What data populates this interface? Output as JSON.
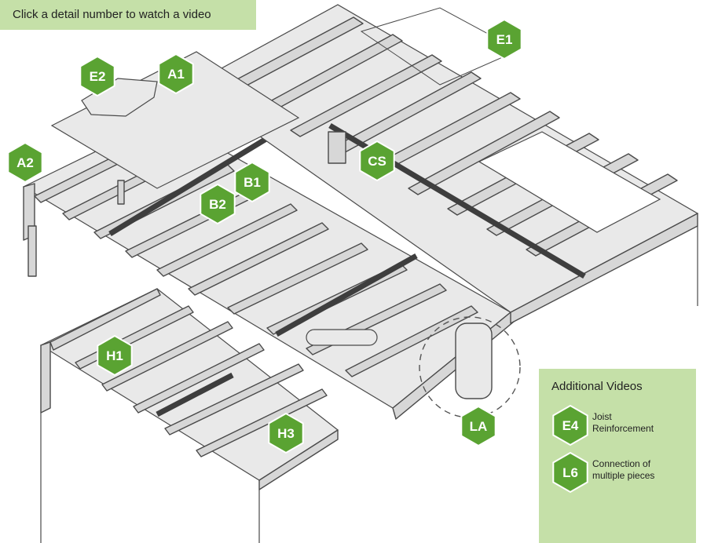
{
  "banner": {
    "text": "Click a detail number to watch a video"
  },
  "badges": [
    {
      "id": "E1",
      "label": "E1"
    },
    {
      "id": "E2",
      "label": "E2"
    },
    {
      "id": "A1",
      "label": "A1"
    },
    {
      "id": "A2",
      "label": "A2"
    },
    {
      "id": "CS",
      "label": "CS"
    },
    {
      "id": "B1",
      "label": "B1"
    },
    {
      "id": "B2",
      "label": "B2"
    },
    {
      "id": "H1",
      "label": "H1"
    },
    {
      "id": "H3",
      "label": "H3"
    },
    {
      "id": "LA",
      "label": "LA"
    }
  ],
  "additional": {
    "title": "Additional Videos",
    "items": [
      {
        "badge": "E4",
        "text_line1": "Joist",
        "text_line2": "Reinforcement"
      },
      {
        "badge": "L6",
        "text_line1": "Connection of",
        "text_line2": "multiple pieces"
      }
    ]
  },
  "colors": {
    "badge_green": "#5aa332",
    "badge_border": "#ffffff",
    "panel_bg": "#c5e0a8",
    "banner_bg": "#c5e0a8",
    "frame_gray": "#d7d7d7",
    "strap": "#3e3e3e"
  }
}
